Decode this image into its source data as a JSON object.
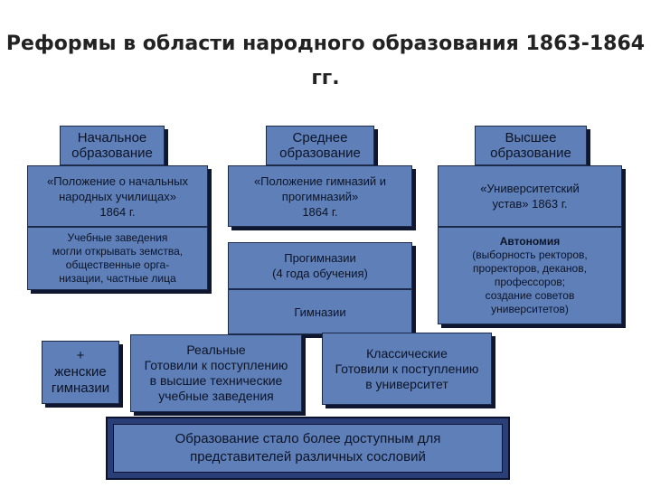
{
  "title": "Реформы в области народного образования\n1863-1864 гг.",
  "columns": {
    "primary": {
      "header": "Начальное\nобразование",
      "document": "«Положение о начальных\nнародных училищах»\n1864 г.",
      "details": "Учебные заведения\nмогли открывать земства,\nобщественные орга-\nнизации, частные лица"
    },
    "secondary": {
      "header": "Среднее\nобразование",
      "document": "«Положение гимназий и\nпрогимназий»\n1864 г.",
      "progymnasia": "Прогимназии\n(4 года обучения)",
      "gymnasia": "Гимназии"
    },
    "higher": {
      "header": "Высшее\nобразование",
      "document": "«Университетский\nустав» 1863 г.",
      "autonomy_title": "Автономия",
      "autonomy_details": "(выборность ректоров,\nпроректоров, деканов,\nпрофессоров;\nсоздание советов\nуниверситетов)"
    }
  },
  "womens_gymnasia": "+\nженские\nгимназии",
  "real_gymnasia": {
    "title": "Реальные",
    "details": "Готовили к поступлению\nв высшие технические\nучебные заведения"
  },
  "classical_gymnasia": {
    "title": "Классические",
    "details": "Готовили к поступлению\nв университет"
  },
  "result": "Образование стало более доступным для\nпредставителей различных сословий",
  "colors": {
    "box_fill": "#5e7fb8",
    "shadow": "#0f1730",
    "result_frame": "#2a3f78"
  }
}
